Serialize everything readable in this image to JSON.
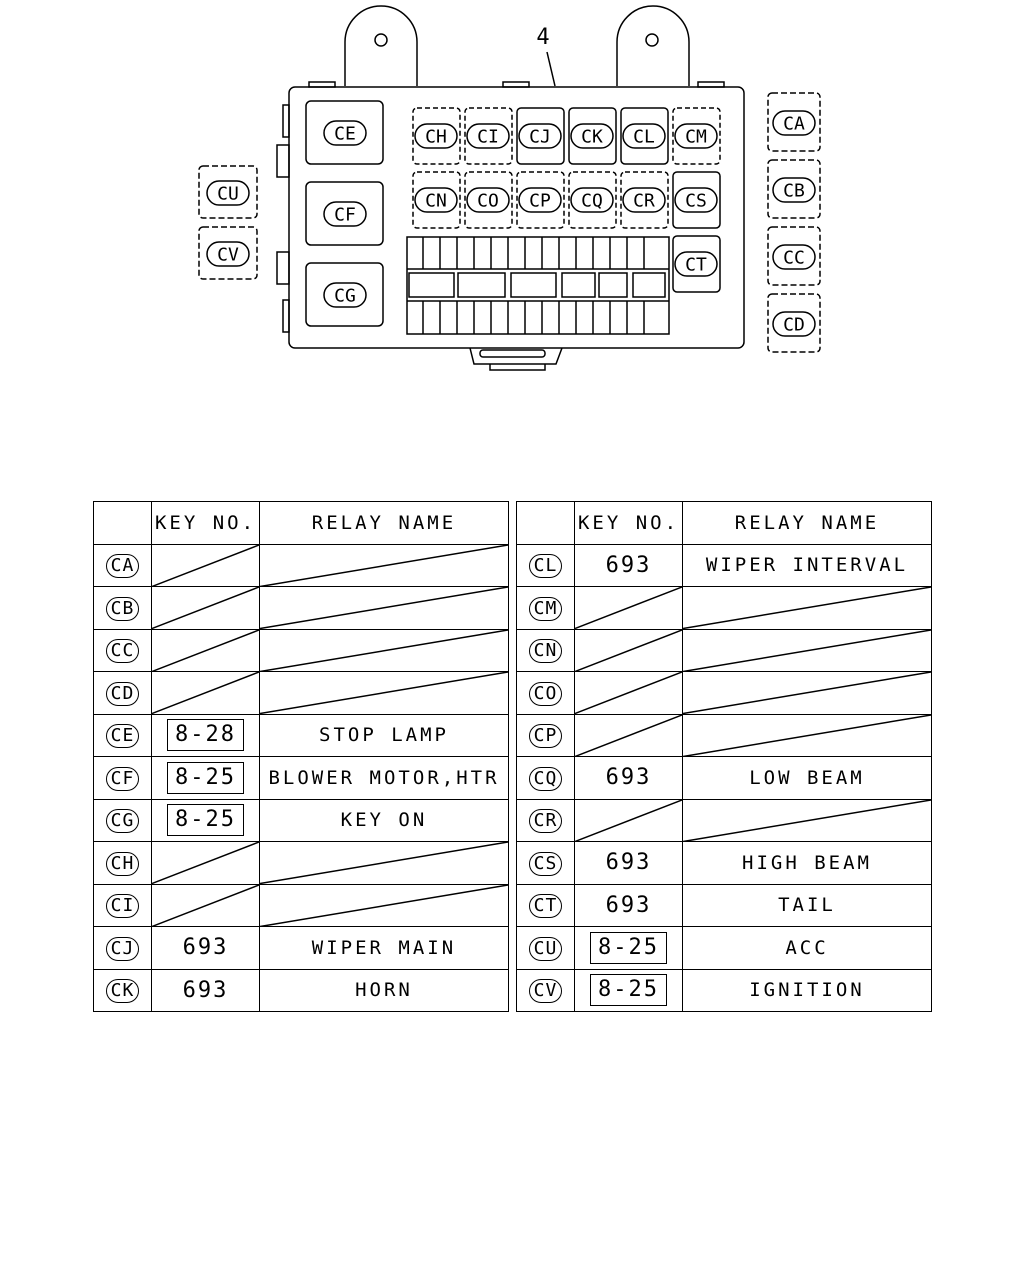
{
  "callout": "4",
  "box_positions": {
    "inner_top": [
      "CH",
      "CI",
      "CJ",
      "CK",
      "CL",
      "CM"
    ],
    "inner_mid": [
      "CN",
      "CO",
      "CP",
      "CQ",
      "CR",
      "CS"
    ],
    "left_column": [
      "CE",
      "CF",
      "CG"
    ],
    "side_right": [
      "CA",
      "CB",
      "CC",
      "CD"
    ],
    "side_left": [
      "CU",
      "CV"
    ],
    "single": "CT"
  },
  "tables": {
    "headers": {
      "key": "KEY NO.",
      "name": "RELAY NAME"
    },
    "left": [
      {
        "pos": "CA",
        "key": "",
        "name": "",
        "key_boxed": false,
        "empty": true
      },
      {
        "pos": "CB",
        "key": "",
        "name": "",
        "key_boxed": false,
        "empty": true
      },
      {
        "pos": "CC",
        "key": "",
        "name": "",
        "key_boxed": false,
        "empty": true
      },
      {
        "pos": "CD",
        "key": "",
        "name": "",
        "key_boxed": false,
        "empty": true
      },
      {
        "pos": "CE",
        "key": "8-28",
        "name": "STOP LAMP",
        "key_boxed": true,
        "empty": false
      },
      {
        "pos": "CF",
        "key": "8-25",
        "name": "BLOWER MOTOR,HTR",
        "key_boxed": true,
        "empty": false
      },
      {
        "pos": "CG",
        "key": "8-25",
        "name": "KEY ON",
        "key_boxed": true,
        "empty": false
      },
      {
        "pos": "CH",
        "key": "",
        "name": "",
        "key_boxed": false,
        "empty": true
      },
      {
        "pos": "CI",
        "key": "",
        "name": "",
        "key_boxed": false,
        "empty": true
      },
      {
        "pos": "CJ",
        "key": "693",
        "name": "WIPER MAIN",
        "key_boxed": false,
        "empty": false
      },
      {
        "pos": "CK",
        "key": "693",
        "name": "HORN",
        "key_boxed": false,
        "empty": false
      }
    ],
    "right": [
      {
        "pos": "CL",
        "key": "693",
        "name": "WIPER INTERVAL",
        "key_boxed": false,
        "empty": false
      },
      {
        "pos": "CM",
        "key": "",
        "name": "",
        "key_boxed": false,
        "empty": true
      },
      {
        "pos": "CN",
        "key": "",
        "name": "",
        "key_boxed": false,
        "empty": true
      },
      {
        "pos": "CO",
        "key": "",
        "name": "",
        "key_boxed": false,
        "empty": true
      },
      {
        "pos": "CP",
        "key": "",
        "name": "",
        "key_boxed": false,
        "empty": true
      },
      {
        "pos": "CQ",
        "key": "693",
        "name": "LOW BEAM",
        "key_boxed": false,
        "empty": false
      },
      {
        "pos": "CR",
        "key": "",
        "name": "",
        "key_boxed": false,
        "empty": true
      },
      {
        "pos": "CS",
        "key": "693",
        "name": "HIGH BEAM",
        "key_boxed": false,
        "empty": false
      },
      {
        "pos": "CT",
        "key": "693",
        "name": "TAIL",
        "key_boxed": false,
        "empty": false
      },
      {
        "pos": "CU",
        "key": "8-25",
        "name": "ACC",
        "key_boxed": true,
        "empty": false
      },
      {
        "pos": "CV",
        "key": "8-25",
        "name": "IGNITION",
        "key_boxed": true,
        "empty": false
      }
    ]
  }
}
